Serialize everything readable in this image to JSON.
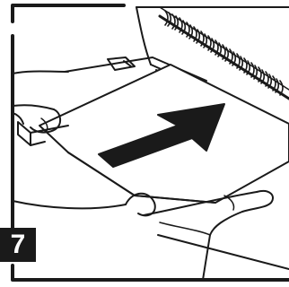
{
  "step": {
    "number": "7"
  },
  "icons": {
    "frame": "illustration-frame",
    "machine": "binding-machine",
    "comb": "binding-comb",
    "paper": "paper-stack",
    "arrow": "arrow-right-up",
    "hand_left": "left-hand",
    "hand_right": "right-hand"
  },
  "colors": {
    "ink": "#1a1a1a",
    "paper": "#ffffff"
  }
}
